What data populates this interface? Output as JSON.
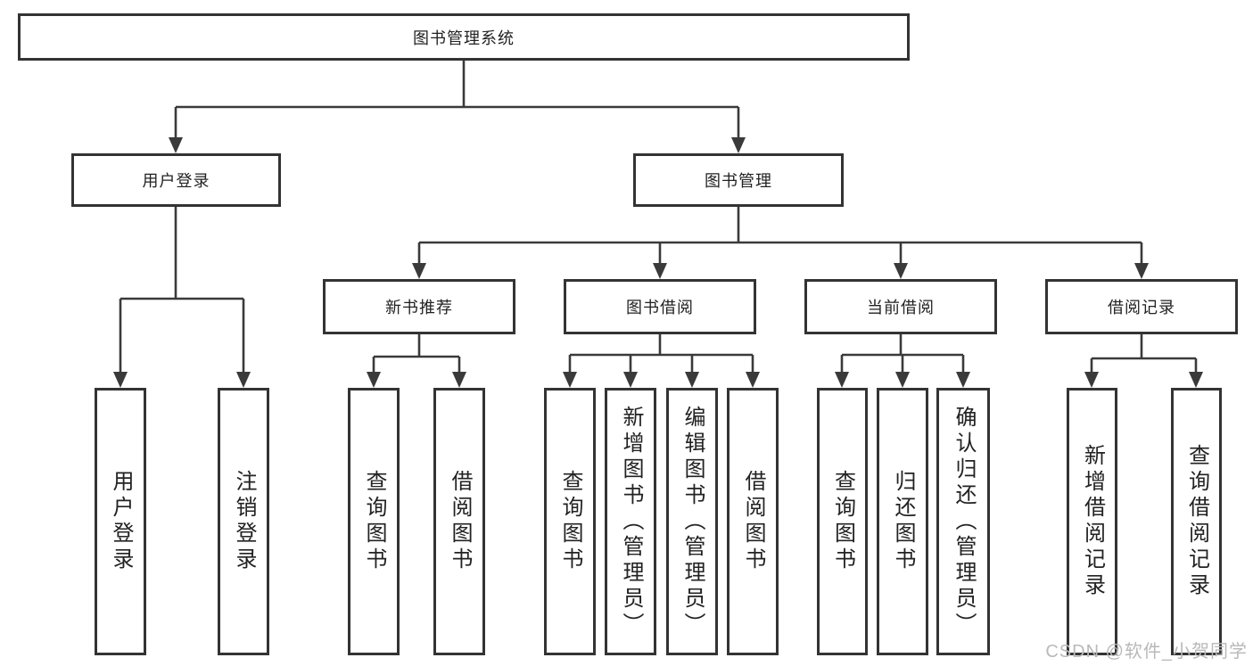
{
  "nodes": {
    "root": {
      "label": "图书管理系统"
    },
    "branches": [
      {
        "label": "用户登录"
      },
      {
        "label": "图书管理"
      }
    ],
    "modules": [
      {
        "label": "新书推荐"
      },
      {
        "label": "图书借阅"
      },
      {
        "label": "当前借阅"
      },
      {
        "label": "借阅记录"
      }
    ],
    "leaves": [
      {
        "label": "用户登录"
      },
      {
        "label": "注销登录"
      },
      {
        "label": "查询图书"
      },
      {
        "label": "借阅图书"
      },
      {
        "label": "查询图书"
      },
      {
        "label": "新增图书（管理员）"
      },
      {
        "label": "编辑图书（管理员）"
      },
      {
        "label": "借阅图书"
      },
      {
        "label": "查询图书"
      },
      {
        "label": "归还图书"
      },
      {
        "label": "确认归还（管理员）"
      },
      {
        "label": "新增借阅记录"
      },
      {
        "label": "查询借阅记录"
      }
    ]
  },
  "watermark": "CSDN @软件_小贺同学",
  "colors": {
    "line": "#3a3a3a",
    "box_border": "#333333",
    "box_fill": "#ffffff",
    "text": "#222222",
    "watermark": "#b9b9b9",
    "background": "#ffffff"
  }
}
